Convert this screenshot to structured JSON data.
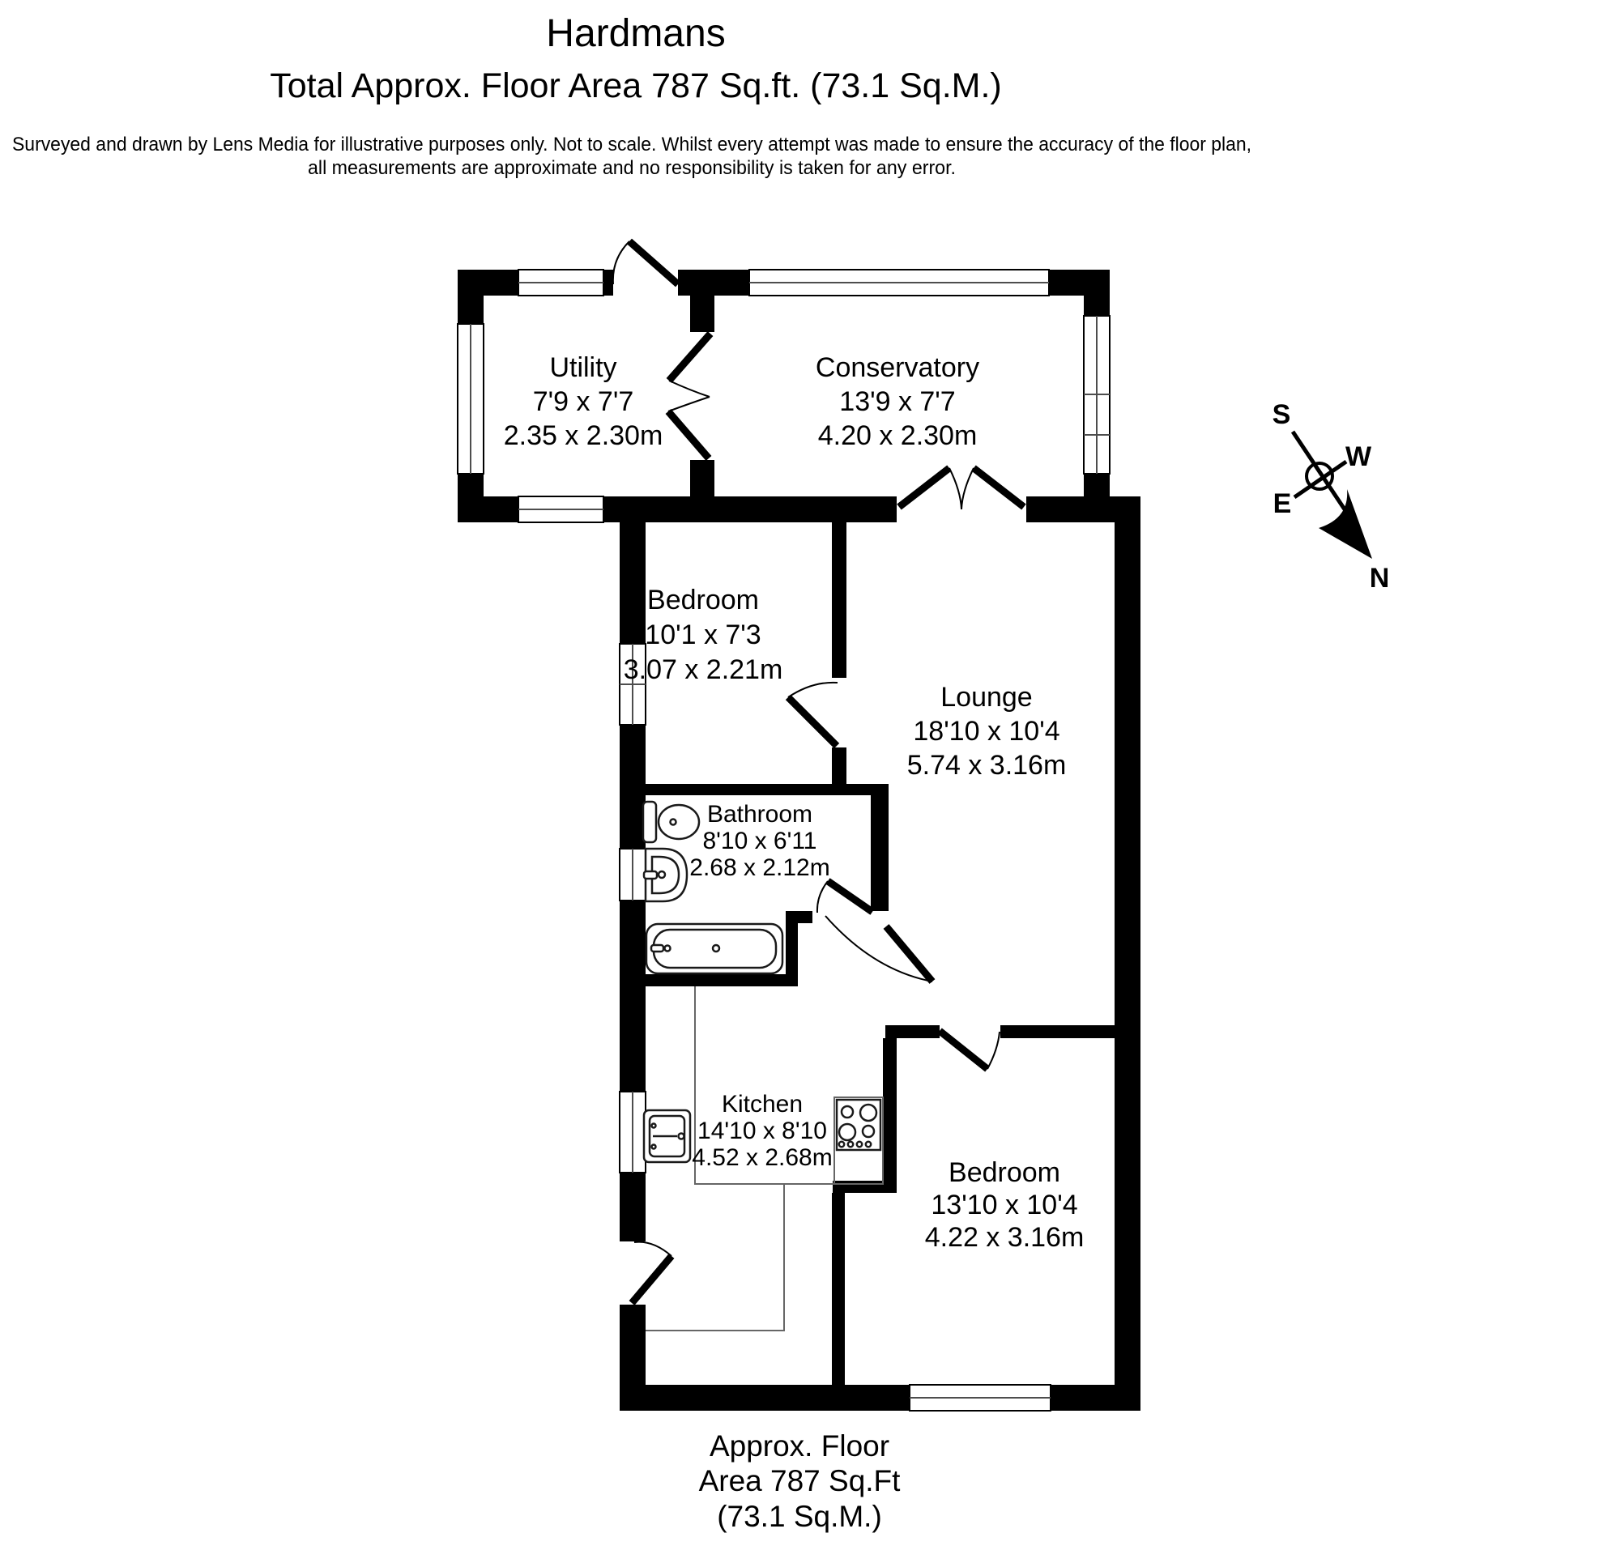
{
  "header": {
    "title": "Hardmans",
    "subtitle": "Total Approx. Floor Area 787 Sq.ft. (73.1 Sq.M.)",
    "disclaimer1": "Surveyed and drawn by Lens Media for illustrative purposes only. Not to scale. Whilst every attempt was made to ensure the accuracy of the floor plan,",
    "disclaimer2": "all measurements are approximate and no responsibility is taken for any error."
  },
  "rooms": [
    {
      "name": "Utility",
      "imperial": "7'9 x 7'7",
      "metric": "2.35 x 2.30m"
    },
    {
      "name": "Conservatory",
      "imperial": "13'9 x 7'7",
      "metric": "4.20 x 2.30m"
    },
    {
      "name": "Bedroom",
      "imperial": "10'1 x 7'3",
      "metric": "3.07 x 2.21m"
    },
    {
      "name": "Lounge",
      "imperial": "18'10 x 10'4",
      "metric": "5.74 x 3.16m"
    },
    {
      "name": "Bathroom",
      "imperial": "8'10 x 6'11",
      "metric": "2.68 x 2.12m"
    },
    {
      "name": "Kitchen",
      "imperial": "14'10 x 8'10",
      "metric": "4.52 x 2.68m"
    },
    {
      "name": "Bedroom",
      "imperial": "13'10 x 10'4",
      "metric": "4.22 x 3.16m"
    }
  ],
  "compass": {
    "north": "N",
    "south": "S",
    "east": "E",
    "west": "W"
  },
  "footer": {
    "line1": "Approx. Floor",
    "line2": "Area 787 Sq.Ft",
    "line3": "(73.1 Sq.M.)"
  },
  "colors": {
    "wall": "#000000",
    "background": "#ffffff"
  }
}
